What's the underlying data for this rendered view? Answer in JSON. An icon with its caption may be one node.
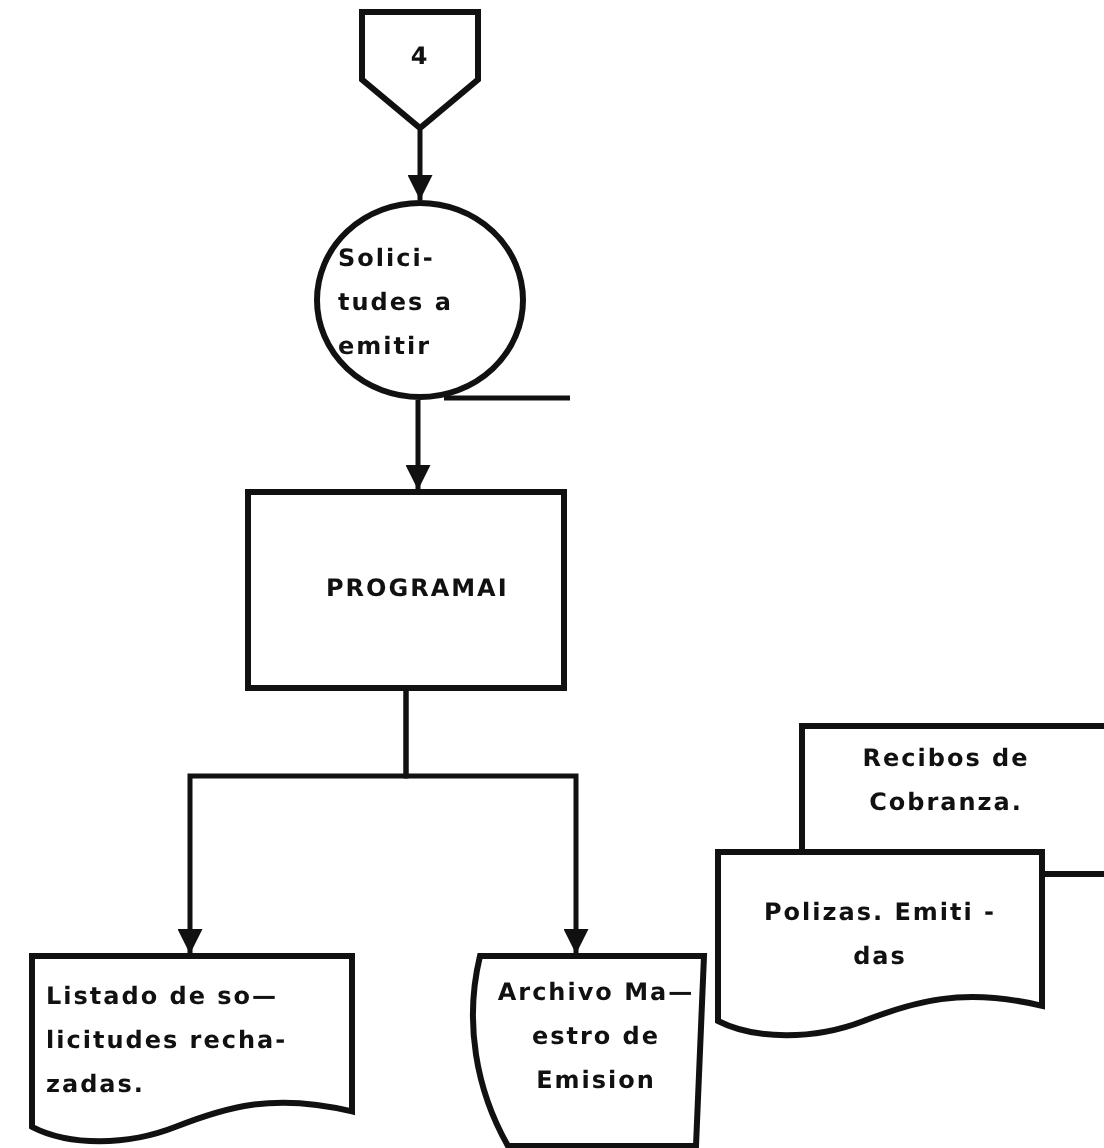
{
  "diagram": {
    "nodes": [
      {
        "text": [
          "4"
        ]
      },
      {
        "text": [
          "Solici- tudes a emitir"
        ]
      },
      {
        "text": [
          "PROGRAMAI"
        ]
      },
      {
        "text": [
          "Listado de so— licitudes recha- zadas."
        ]
      },
      {
        "text": [
          "Archivo Ma— estro de Emision"
        ]
      },
      {
        "text": [
          "Polizas. Emiti - das"
        ]
      },
      {
        "text": [
          "Recibos de Cobranza."
        ]
      }
    ],
    "edges": [
      {
        "from": 0,
        "to": 1,
        "arrow": "to"
      },
      {
        "from": 1,
        "to": 2,
        "arrow": "to"
      },
      {
        "from": 2,
        "to": 3,
        "arrow": "to"
      },
      {
        "from": 2,
        "to": 4,
        "arrow": "to"
      },
      {
        "from": 1,
        "to": null,
        "arrow": "none"
      }
    ]
  }
}
